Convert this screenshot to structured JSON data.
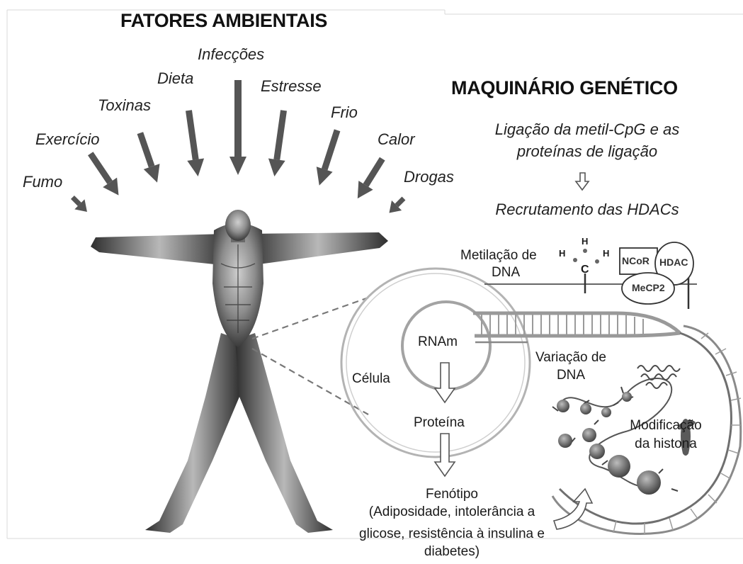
{
  "environment": {
    "title": "FATORES AMBIENTAIS",
    "factors": [
      "Fumo",
      "Exercício",
      "Toxinas",
      "Dieta",
      "Infecções",
      "Estresse",
      "Frio",
      "Calor",
      "Drogas"
    ]
  },
  "machinery": {
    "title": "MAQUINÁRIO GENÉTICO",
    "step1_line1": "Ligação da metil-CpG e as",
    "step1_line2": "proteínas de ligação",
    "step2": "Recrutamento das HDACs"
  },
  "diagram": {
    "methylation_line1": "Metilação de",
    "methylation_line2": "DNA",
    "atom_h": "H",
    "atom_c": "C",
    "ncor": "NCoR",
    "hdac": "HDAC",
    "mecp2": "MeCP2",
    "rnam": "RNAm",
    "cell": "Célula",
    "protein": "Proteína",
    "dna_variation_line1": "Variação de",
    "dna_variation_line2": "DNA",
    "histone_line1": "Modificação",
    "histone_line2": "da histona",
    "phenotype_line1": "Fenótipo",
    "phenotype_line2": "(Adiposidade, intolerância a",
    "phenotype_line3": "glicose, resistência à insulina e",
    "phenotype_line4": "diabetes)"
  }
}
